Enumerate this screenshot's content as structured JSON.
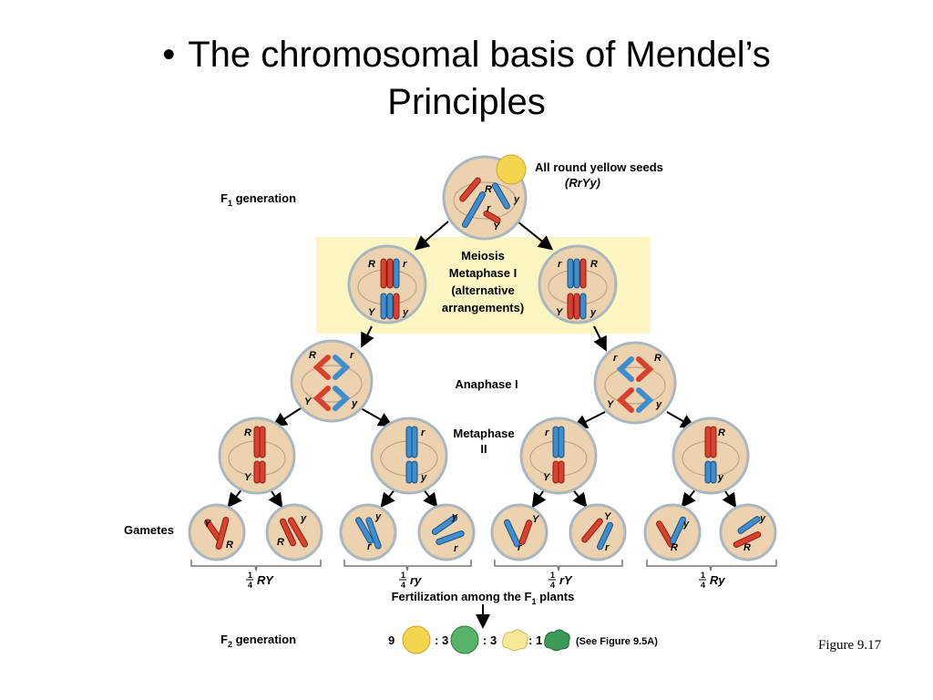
{
  "slide": {
    "bullet": "•",
    "title_line1": "The chromosomal basis of Mendel’s",
    "title_line2": "Principles",
    "caption": "Figure 9.17"
  },
  "diagram": {
    "f1_label": "F",
    "f1_sub": "1",
    "f1_rest": " generation",
    "top_label_line1": "All round yellow seeds",
    "top_label_line2": "(RrYy)",
    "meiosis_line1": "Meiosis",
    "meiosis_line2": "Metaphase I",
    "meiosis_line3": "(alternative",
    "meiosis_line4": "arrangements)",
    "anaphase_label": "Anaphase I",
    "metaphase2_line1": "Metaphase",
    "metaphase2_line2": "II",
    "gametes_label": "Gametes",
    "fraction_num": "1",
    "fraction_den": "4",
    "gamete_types": [
      "RY",
      "ry",
      "rY",
      "Ry"
    ],
    "fertilization_label": "Fertilization among the F",
    "fertilization_sub": "1",
    "fertilization_rest": " plants",
    "f2_label": "F",
    "f2_sub": "2",
    "f2_rest": " generation",
    "ratio": [
      "9",
      ": 3",
      ": 3",
      ": 1"
    ],
    "see_figure": "(See Figure 9.5A)",
    "allele_R": "R",
    "allele_r": "r",
    "allele_Y": "Y",
    "allele_y": "y",
    "colors": {
      "cell_fill": "#ecd2ae",
      "meiosis_box": "#fbf6c2",
      "red_chromosome": "#d8432f",
      "blue_chromosome": "#3f8fd0",
      "yellow_seed": "#f3d64e",
      "green_seed": "#57b36a"
    }
  }
}
